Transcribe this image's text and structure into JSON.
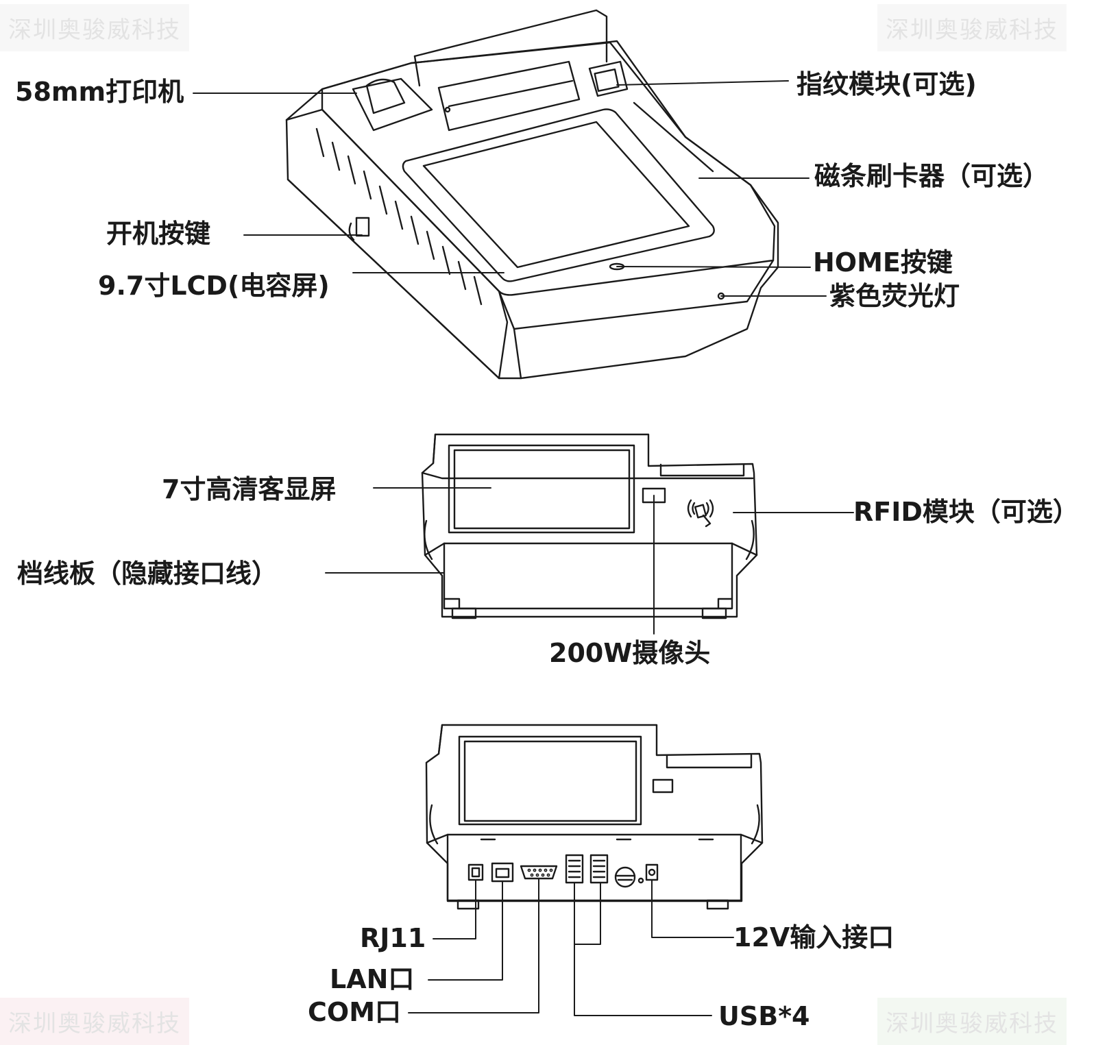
{
  "watermark": "深圳奥骏威科技",
  "labels": {
    "printer": "58mm打印机",
    "fingerprint": "指纹模块(可选)",
    "msr": "磁条刷卡器（可选）",
    "power": "开机按键",
    "lcd": "9.7寸LCD(电容屏)",
    "home": "HOME按键",
    "uv": "紫色荧光灯",
    "customer_display": "7寸高清客显屏",
    "rfid": "RFID模块（可选）",
    "cover": "档线板（隐藏接口线）",
    "camera": "200W摄像头",
    "rj11": "RJ11",
    "lan": "LAN口",
    "com": "COM口",
    "dc": "12V输入接口",
    "usb": "USB*4"
  }
}
